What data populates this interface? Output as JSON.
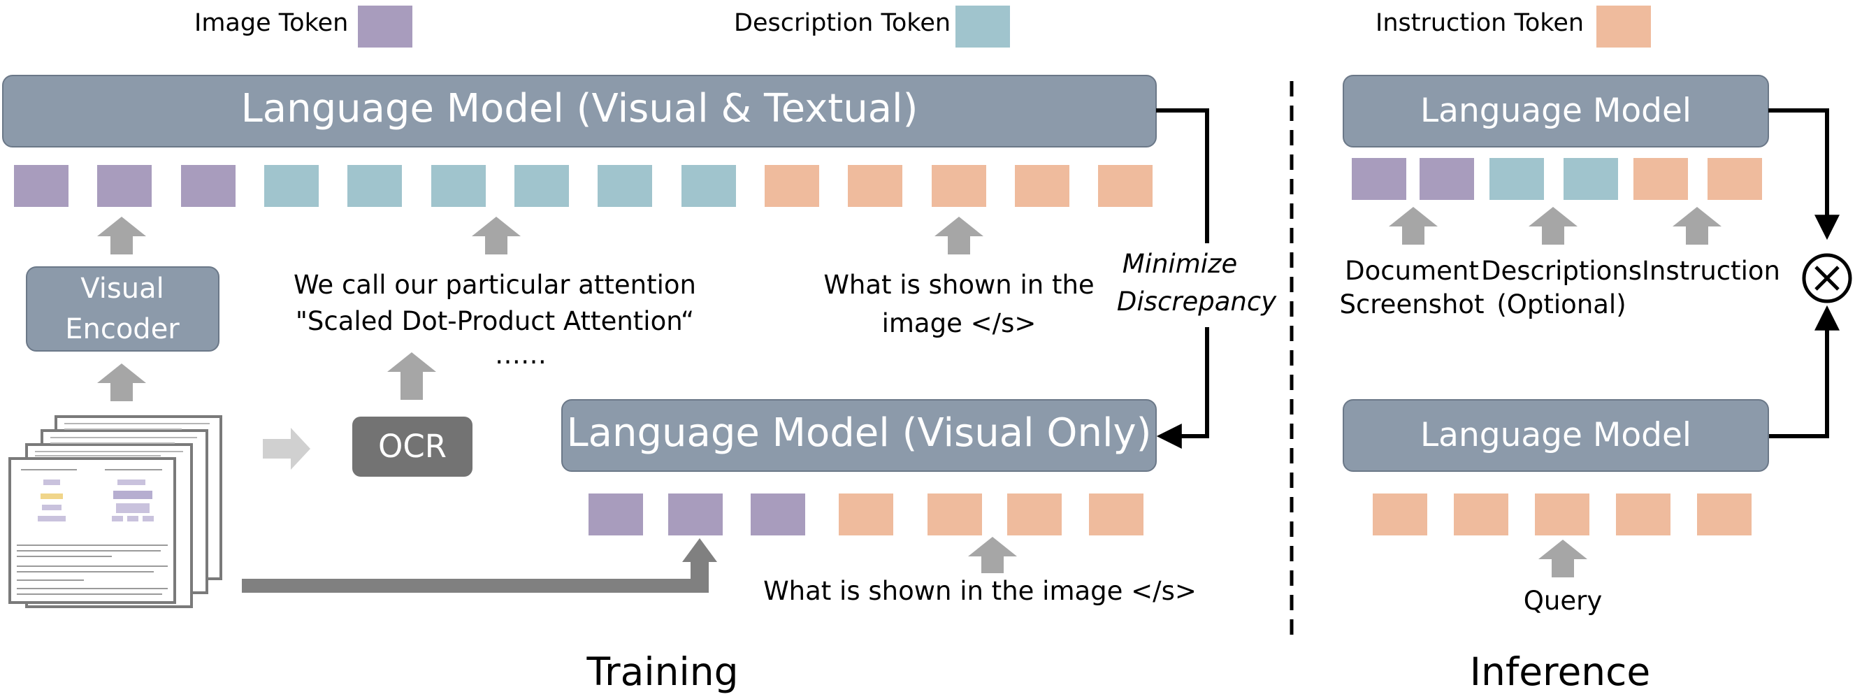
{
  "legend": {
    "image_token": "Image Token",
    "description_token": "Description Token",
    "instruction_token": "Instruction Token"
  },
  "colors": {
    "image_token": "#a89cbd",
    "description_token": "#a0c4cd",
    "instruction_token": "#efbb9d",
    "model_box": "#8c9aaa",
    "ocr_box": "#737373",
    "arrow_gray": "#a6a6a6"
  },
  "training": {
    "top_model": "Language Model (Visual & Textual)",
    "visual_encoder_line1": "Visual",
    "visual_encoder_line2": "Encoder",
    "ocr": "OCR",
    "ocr_text_line1": "We call our particular attention",
    "ocr_text_line2": "\"Scaled Dot-Product Attention“",
    "ocr_ellipsis": "……",
    "prompt_line1": "What is shown in the",
    "prompt_line2": "image </s>",
    "minimize_line1": "Minimize",
    "minimize_line2": "Discrepancy",
    "bottom_model": "Language Model (Visual Only)",
    "bottom_prompt": "What is shown in the image </s>",
    "section_title": "Training"
  },
  "inference": {
    "top_model": "Language Model",
    "doc_line1": "Document",
    "doc_line2": "Screenshot",
    "desc_line1": "Descriptions",
    "desc_line2": "(Optional)",
    "instruction": "Instruction",
    "multiply_icon": "circled-times-icon",
    "bottom_model": "Language Model",
    "query": "Query",
    "section_title": "Inference"
  },
  "document_icon": "document-page-stack-icon"
}
